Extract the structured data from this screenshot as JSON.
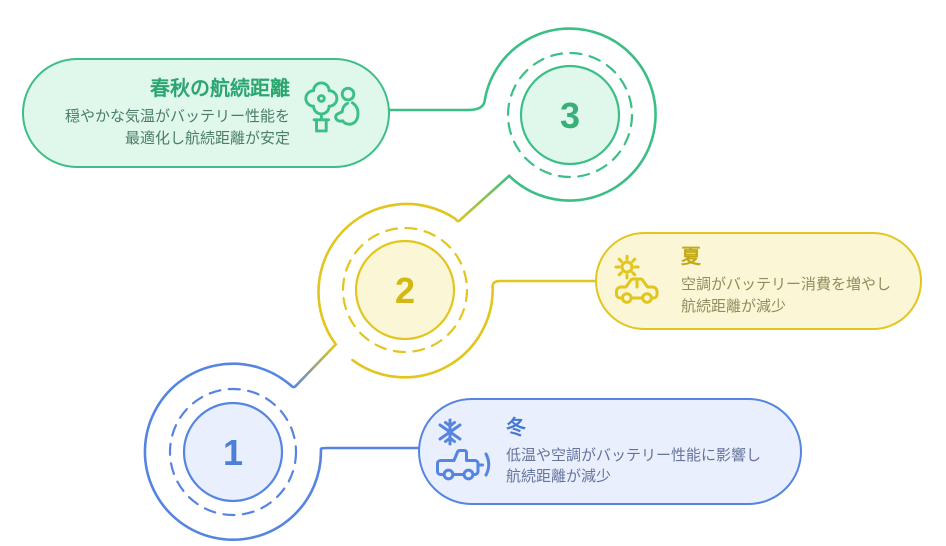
{
  "colors": {
    "background": "#ffffff",
    "green": {
      "stroke": "#3cbf86",
      "fill": "#e0f7ec",
      "title": "#2ba670",
      "text": "#4b7e64",
      "number": "#36b077"
    },
    "yellow": {
      "stroke": "#e2c51d",
      "fill": "#fbf7d6",
      "title": "#c2aa16",
      "text": "#8f8d5f",
      "number": "#d3b712"
    },
    "blue": {
      "stroke": "#5585e0",
      "fill": "#e9effc",
      "title": "#4678d0",
      "text": "#64749c",
      "number": "#4d7fd9"
    }
  },
  "steps": [
    {
      "number": "1",
      "title": "冬",
      "description": "低温や空調がバッテリー性能に影響し\n航続距離が減少",
      "icon": "snowflake-car-icon",
      "theme": "blue"
    },
    {
      "number": "2",
      "title": "夏",
      "description": "空調がバッテリー消費を増やし\n航続距離が減少",
      "icon": "sun-car-icon",
      "theme": "yellow"
    },
    {
      "number": "3",
      "title": "春秋の航続距離",
      "description": "穏やかな気温がバッテリー性能を\n最適化し航続距離が安定",
      "icon": "flower-person-icon",
      "theme": "green"
    }
  ]
}
